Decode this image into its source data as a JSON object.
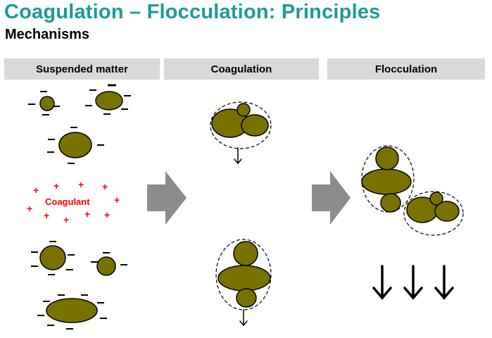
{
  "title": "Coagulation – Flocculation: Principles",
  "subtitle": "Mechanisms",
  "columns": [
    {
      "label": "Suspended matter"
    },
    {
      "label": "Coagulation"
    },
    {
      "label": "Flocculation"
    }
  ],
  "coagulant_label": "Coagulant",
  "colors": {
    "title": "#1d9a9a",
    "particle": "#7a7200",
    "header_bg": "#d9d9d9",
    "arrow": "#8c8c8c",
    "coagulant": "#ff0000"
  }
}
